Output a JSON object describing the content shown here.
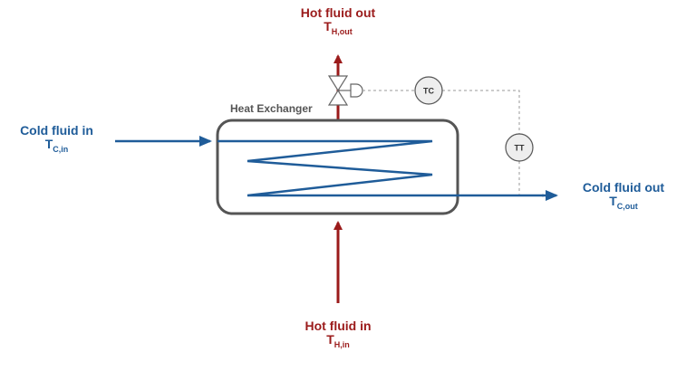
{
  "colors": {
    "hot": "#9b1b1b",
    "cold": "#1f5c99",
    "vessel": "#555555",
    "signal": "#999999"
  },
  "labels": {
    "hot_out_title": "Hot fluid out",
    "hot_out_symbol": "T",
    "hot_out_subscript": "H,out",
    "hot_in_title": "Hot fluid in",
    "hot_in_symbol": "T",
    "hot_in_subscript": "H,in",
    "cold_in_title": "Cold fluid in",
    "cold_in_symbol": "T",
    "cold_in_subscript": "C,in",
    "cold_out_title": "Cold fluid out",
    "cold_out_symbol": "T",
    "cold_out_subscript": "C,out",
    "exchanger": "Heat Exchanger"
  },
  "instruments": {
    "controller": "TC",
    "transmitter": "TT"
  },
  "icons": {
    "valve": "control-valve-icon",
    "actuator": "valve-actuator-icon"
  }
}
